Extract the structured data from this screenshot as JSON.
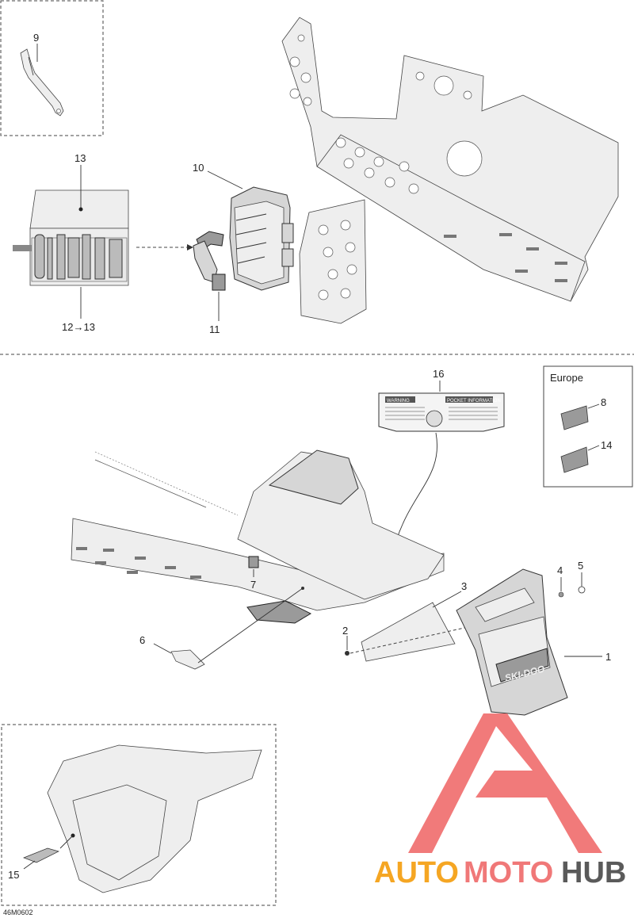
{
  "callouts": {
    "c1": "1",
    "c2": "2",
    "c3": "3",
    "c4": "4",
    "c5": "5",
    "c6": "6",
    "c7": "7",
    "c8": "8",
    "c9": "9",
    "c10": "10",
    "c11": "11",
    "c13": "13",
    "c12_13": "12→13",
    "c14": "14",
    "c15": "15",
    "c16": "16"
  },
  "europe_box_label": "Europe",
  "figure_code": "46M0602",
  "logo": {
    "text_auto": "AUTO",
    "text_moto": "MOTO",
    "text_hub": "HUB",
    "color_auto": "#f5a623",
    "color_moto": "#f07878",
    "color_hub": "#5a5a5a",
    "triangle_color": "#ef6b6b"
  },
  "label_16": {
    "heading_left": "WARNING",
    "heading_right": "POCKET INFORMATION"
  },
  "brand_decal": "SKI-DOO"
}
